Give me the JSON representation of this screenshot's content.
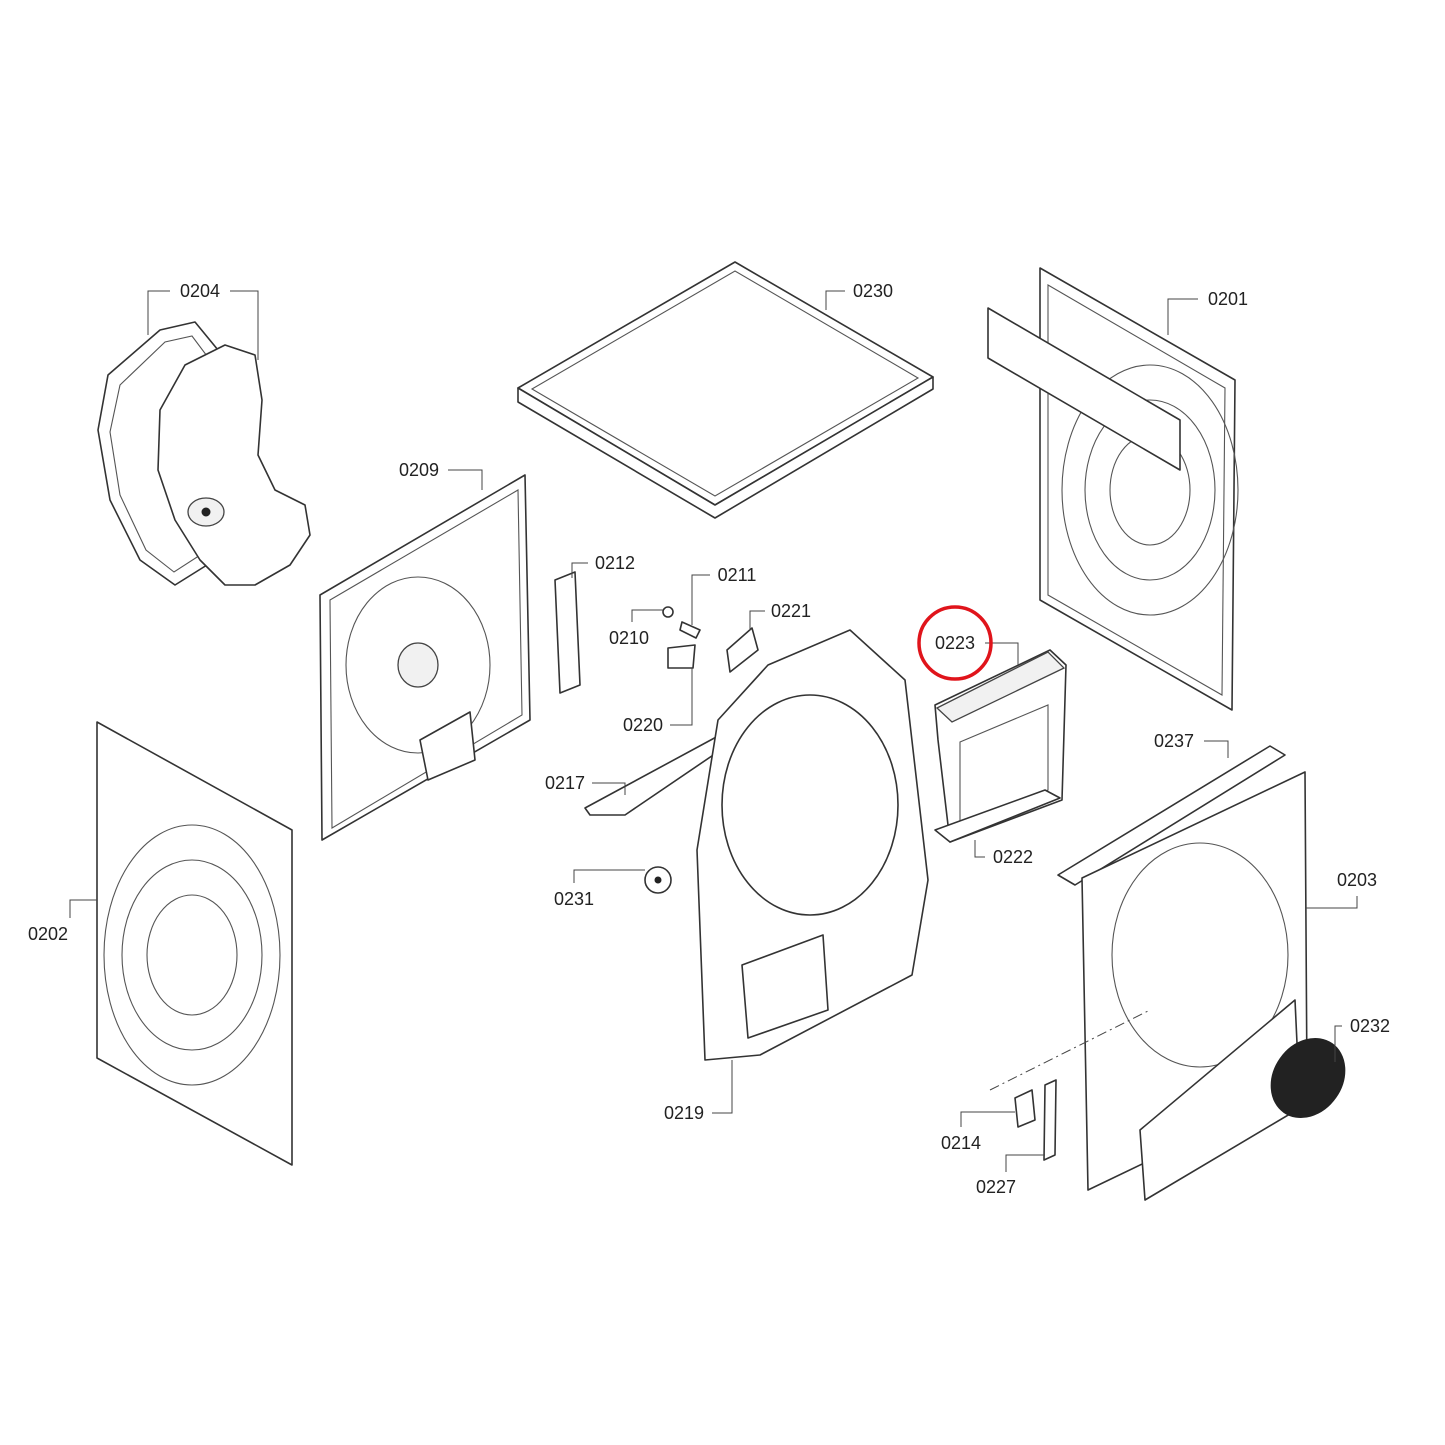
{
  "parts": [
    "0204",
    "0230",
    "0201",
    "0209",
    "0212",
    "0211",
    "0221",
    "0210",
    "0223",
    "0220",
    "0237",
    "0217",
    "0222",
    "0203",
    "0231",
    "0202",
    "0232",
    "0219",
    "0214",
    "0227"
  ],
  "highlight": {
    "part": "0223",
    "color": "#e0141b"
  }
}
